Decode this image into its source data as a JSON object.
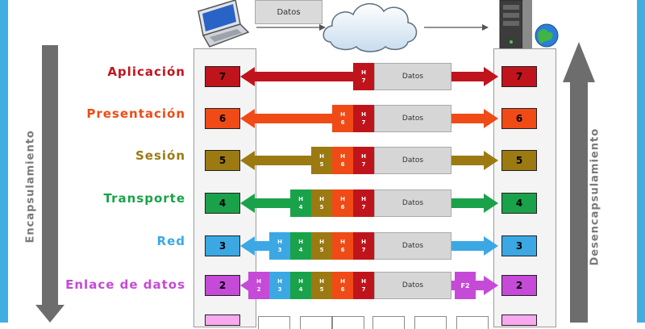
{
  "top": {
    "datos_label": "Datos"
  },
  "side": {
    "left_label": "Encapsulamiento",
    "right_label": "Desencapsulamiento"
  },
  "layers": [
    {
      "name": "Aplicación",
      "num": "7",
      "color": "#c0141c",
      "headers": [
        {
          "h": "H",
          "n": "7",
          "color": "#c0141c"
        }
      ]
    },
    {
      "name": "Presentación",
      "num": "6",
      "color": "#f04a16",
      "headers": [
        {
          "h": "H",
          "n": "6",
          "color": "#f04a16"
        },
        {
          "h": "H",
          "n": "7",
          "color": "#c0141c"
        }
      ]
    },
    {
      "name": "Sesión",
      "num": "5",
      "color": "#9c7a12",
      "headers": [
        {
          "h": "H",
          "n": "5",
          "color": "#9c7a12"
        },
        {
          "h": "H",
          "n": "6",
          "color": "#f04a16"
        },
        {
          "h": "H",
          "n": "7",
          "color": "#c0141c"
        }
      ]
    },
    {
      "name": "Transporte",
      "num": "4",
      "color": "#1aa24a",
      "headers": [
        {
          "h": "H",
          "n": "4",
          "color": "#1aa24a"
        },
        {
          "h": "H",
          "n": "5",
          "color": "#9c7a12"
        },
        {
          "h": "H",
          "n": "6",
          "color": "#f04a16"
        },
        {
          "h": "H",
          "n": "7",
          "color": "#c0141c"
        }
      ]
    },
    {
      "name": "Red",
      "num": "3",
      "color": "#3ba8e4",
      "headers": [
        {
          "h": "H",
          "n": "3",
          "color": "#3ba8e4"
        },
        {
          "h": "H",
          "n": "4",
          "color": "#1aa24a"
        },
        {
          "h": "H",
          "n": "5",
          "color": "#9c7a12"
        },
        {
          "h": "H",
          "n": "6",
          "color": "#f04a16"
        },
        {
          "h": "H",
          "n": "7",
          "color": "#c0141c"
        }
      ]
    },
    {
      "name": "Enlace de datos",
      "num": "2",
      "color": "#c54ad7",
      "headers": [
        {
          "h": "H",
          "n": "2",
          "color": "#c54ad7"
        },
        {
          "h": "H",
          "n": "3",
          "color": "#3ba8e4"
        },
        {
          "h": "H",
          "n": "4",
          "color": "#1aa24a"
        },
        {
          "h": "H",
          "n": "5",
          "color": "#9c7a12"
        },
        {
          "h": "H",
          "n": "6",
          "color": "#f04a16"
        },
        {
          "h": "H",
          "n": "7",
          "color": "#c0141c"
        }
      ],
      "trailer": "F2"
    }
  ],
  "datos_cell_label": "Datos",
  "partial_layer_color": "#f7a8ef"
}
